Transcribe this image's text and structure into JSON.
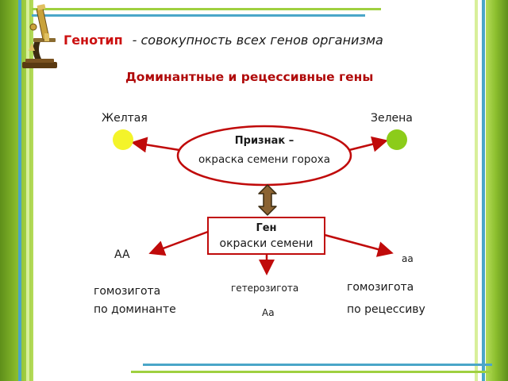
{
  "header": {
    "keyword": "Генотип",
    "definition": "- совокупность всех генов организма"
  },
  "subtitle": "Доминантные и рецессивные гены",
  "trait": {
    "title": "Признак –",
    "description": "окраска семени гороха",
    "left_label": "Желтая",
    "right_label": "Зелена",
    "left_color": "#f4f42a",
    "right_color": "#8ccc1a"
  },
  "gene": {
    "title": "Ген",
    "description": "окраски семени"
  },
  "genotypes": {
    "left_code": "AA",
    "left_line1": "гомозигота",
    "left_line2": "по доминанте",
    "middle_label": "гетерозигота",
    "middle_code": "Aa",
    "right_code": "aa",
    "right_line1": "гомозигота",
    "right_line2": "по рецессиву"
  },
  "colors": {
    "accent_red": "#c00a0a",
    "line_green": "#8cbf2e",
    "line_blue": "#4aa6c8",
    "double_arrow": "#8b6332"
  },
  "icons": [
    "microscope-icon"
  ]
}
